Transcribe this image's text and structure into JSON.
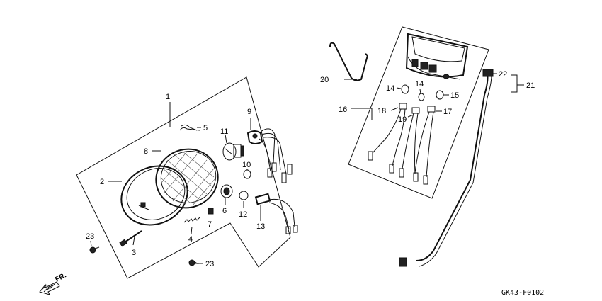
{
  "callouts": {
    "c1": "1",
    "c2": "2",
    "c3": "3",
    "c4": "4",
    "c5": "5",
    "c6": "6",
    "c7": "7",
    "c8": "8",
    "c9": "9",
    "c10": "10",
    "c11": "11",
    "c12": "12",
    "c13": "13",
    "c14a": "14",
    "c14b": "14",
    "c15": "15",
    "c16": "16",
    "c17": "17",
    "c18": "18",
    "c19": "19",
    "c20": "20",
    "c21": "21",
    "c22": "22",
    "c23a": "23",
    "c23b": "23"
  },
  "direction_label": "FR.",
  "diagram_code": "GK43-F0102"
}
